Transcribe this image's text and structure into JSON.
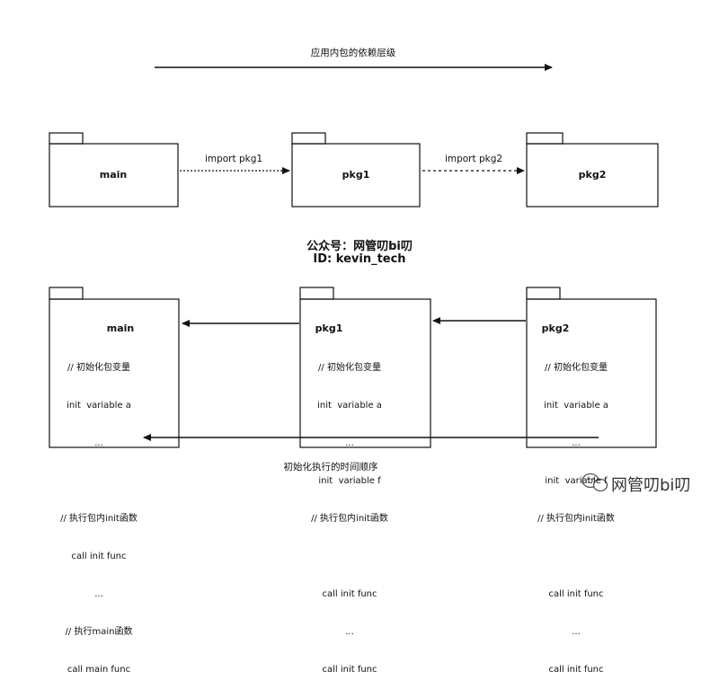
{
  "top": {
    "arrow_label": "应用内包的依赖层级",
    "packages": [
      {
        "name": "main"
      },
      {
        "name": "pkg1"
      },
      {
        "name": "pkg2"
      }
    ],
    "imports": [
      "import pkg1",
      "import pkg2"
    ]
  },
  "center_text": {
    "line1": "公众号：网管叨bi叨",
    "line2": "ID: kevin_tech"
  },
  "bottom": {
    "packages": [
      {
        "name": "main",
        "lines": [
          "// 初始化包变量",
          "init  variable a",
          "...",
          "",
          "// 执行包内init函数",
          "call init func",
          "...",
          "// 执行main函数",
          "call main func"
        ]
      },
      {
        "name": "pkg1",
        "lines": [
          "// 初始化包变量",
          "init  variable a",
          "...",
          "init  variable f",
          "// 执行包内init函数",
          "",
          "call init func",
          "...",
          "call init func"
        ]
      },
      {
        "name": "pkg2",
        "lines": [
          "// 初始化包变量",
          "init  variable a",
          "...",
          "init  variable f",
          "// 执行包内init函数",
          "",
          "call init func",
          "...",
          "call init func"
        ]
      }
    ],
    "arrow_label": "初始化执行的时间顺序"
  },
  "watermark": {
    "text": "网管叨bi叨",
    "icon": "wechat-icon"
  }
}
